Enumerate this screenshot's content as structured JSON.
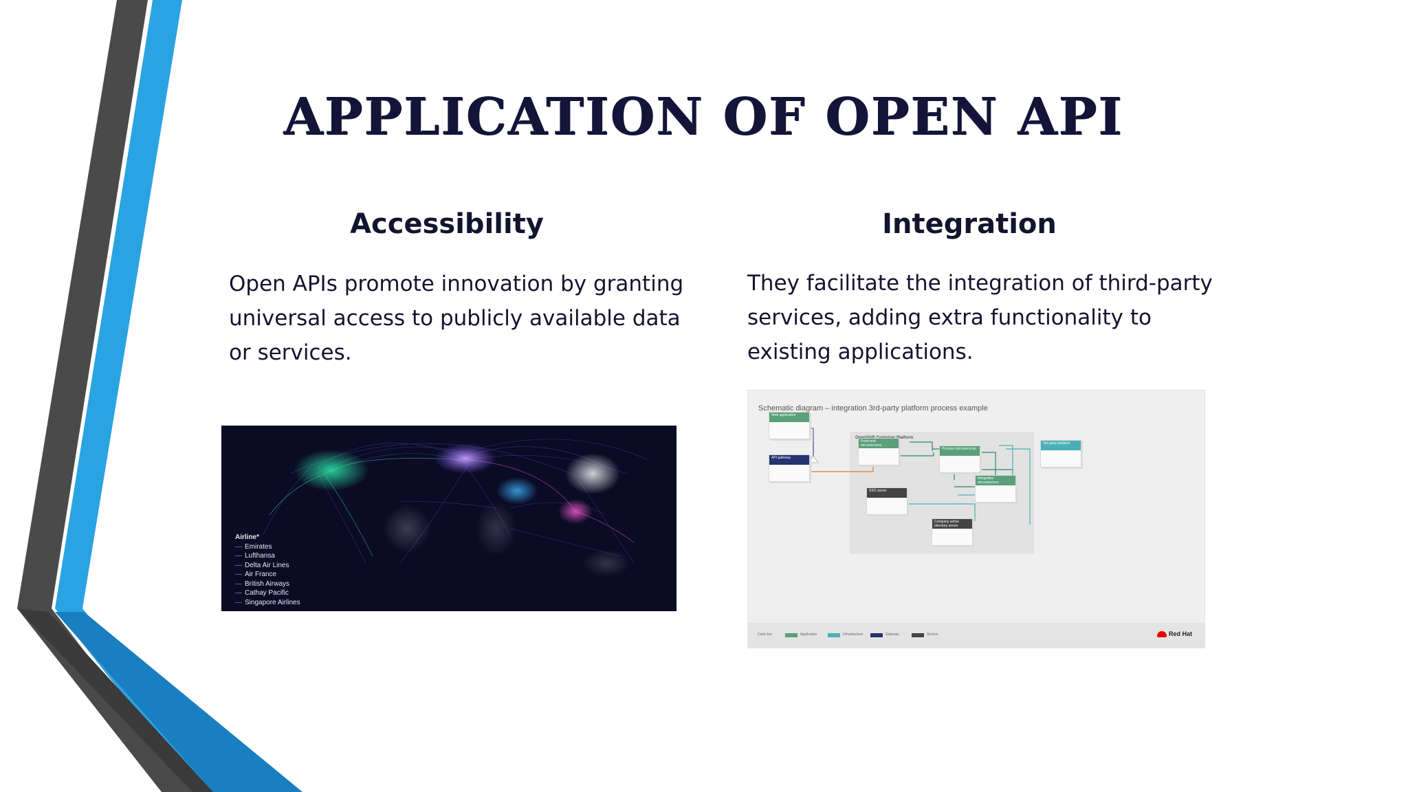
{
  "slide": {
    "title": "APPLICATION OF OPEN API",
    "accent_colors": {
      "blue": "#2aa3e3",
      "dark_blue": "#1a7fc0",
      "dark_gray": "#444444"
    }
  },
  "left_column": {
    "heading": "Accessibility",
    "lines": [
      "Open APIs promote innovation by granting",
      "universal access to publicly available data",
      "or services."
    ]
  },
  "right_column": {
    "heading": "Integration",
    "lines": [
      "They facilitate the integration of third-party",
      "services, adding extra functionality to",
      "existing applications."
    ]
  },
  "map_image": {
    "legend_title": "Airline*",
    "legend_items": [
      "Emirates",
      "Lufthansa",
      "Delta Air Lines",
      "Air France",
      "British Airways",
      "Cathay Pacific",
      "Singapore Airlines"
    ]
  },
  "schematic_image": {
    "title": "Schematic diagram – integration 3rd-party platform process example",
    "platform_label": "OpenShift Container Platform",
    "nodes": [
      "Web application",
      "API gateway",
      "Front-end microservices",
      "Process microservices",
      "Integration microservices",
      "3rd-party platform",
      "SSO server",
      "Company active directory server"
    ],
    "legend": [
      "Color key",
      "Application",
      "Infrastructure",
      "Gateway",
      "Service"
    ],
    "brand": "Red Hat"
  }
}
